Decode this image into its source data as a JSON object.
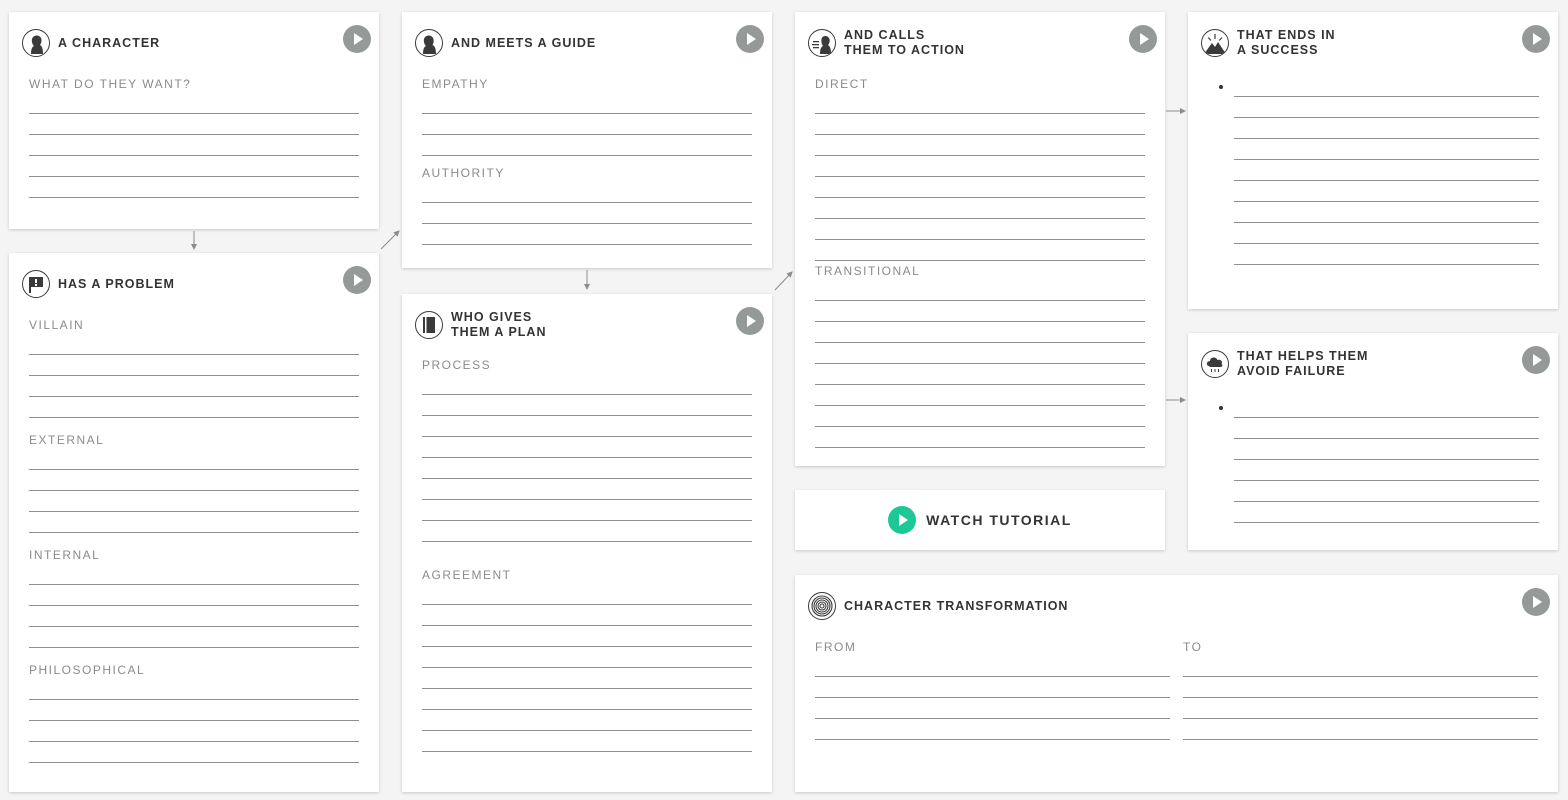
{
  "cards": {
    "character": {
      "title": "A CHARACTER",
      "sections": [
        {
          "label": "WHAT DO THEY WANT?"
        }
      ]
    },
    "problem": {
      "title": "HAS A PROBLEM",
      "sections": [
        {
          "label": "VILLAIN"
        },
        {
          "label": "EXTERNAL"
        },
        {
          "label": "INTERNAL"
        },
        {
          "label": "PHILOSOPHICAL"
        }
      ]
    },
    "guide": {
      "title": "AND MEETS A GUIDE",
      "sections": [
        {
          "label": "EMPATHY"
        },
        {
          "label": "AUTHORITY"
        }
      ]
    },
    "plan": {
      "title": "WHO GIVES\nTHEM A PLAN",
      "sections": [
        {
          "label": "PROCESS"
        },
        {
          "label": "AGREEMENT"
        }
      ]
    },
    "action": {
      "title": "AND CALLS\nTHEM TO ACTION",
      "sections": [
        {
          "label": "DIRECT"
        },
        {
          "label": "TRANSITIONAL"
        }
      ]
    },
    "success": {
      "title": "THAT ENDS IN\nA SUCCESS"
    },
    "failure": {
      "title": "THAT HELPS THEM\nAVOID FAILURE"
    },
    "transformation": {
      "title": "CHARACTER TRANSFORMATION",
      "sections": [
        {
          "label": "FROM"
        },
        {
          "label": "TO"
        }
      ]
    }
  },
  "watch_tutorial": {
    "label": "WATCH TUTORIAL"
  },
  "icons": {
    "character": "character-icon",
    "problem": "problem-icon",
    "guide": "guide-icon",
    "plan": "plan-icon",
    "action": "call-to-action-icon",
    "success": "success-icon",
    "failure": "failure-icon",
    "transformation": "fingerprint-icon"
  },
  "colors": {
    "play_button": "#959a98",
    "accent_play": "#1ec896",
    "card_background": "#ffffff",
    "page_background": "#f4f4f4"
  }
}
